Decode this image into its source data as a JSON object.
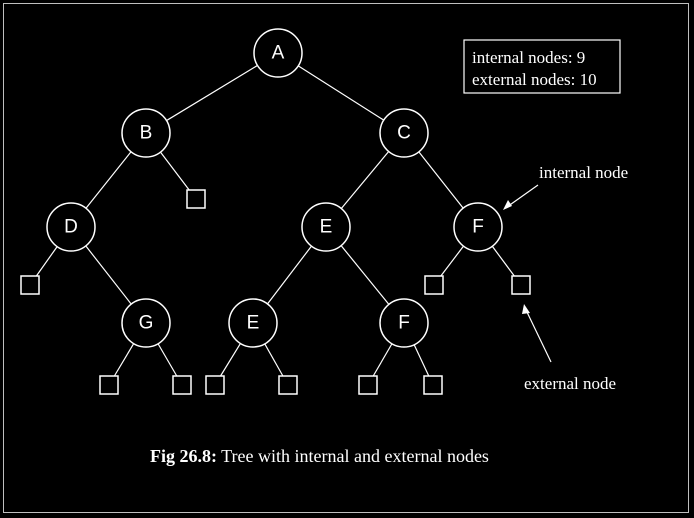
{
  "legend": {
    "internal_label": "internal nodes: 9",
    "external_label": "external nodes: 10"
  },
  "annotations": {
    "internal_node": "internal node",
    "external_node": "external node"
  },
  "caption": {
    "prefix": "Fig 26.8:",
    "text": " Tree with internal and external nodes"
  },
  "tree": {
    "nodes": [
      {
        "id": "A",
        "label": "A"
      },
      {
        "id": "B",
        "label": "B"
      },
      {
        "id": "C",
        "label": "C"
      },
      {
        "id": "D",
        "label": "D"
      },
      {
        "id": "E1",
        "label": "E"
      },
      {
        "id": "F1",
        "label": "F"
      },
      {
        "id": "G",
        "label": "G"
      },
      {
        "id": "E2",
        "label": "E"
      },
      {
        "id": "F2",
        "label": "F"
      }
    ],
    "edges": [
      [
        "A",
        "B"
      ],
      [
        "A",
        "C"
      ],
      [
        "B",
        "D"
      ],
      [
        "B",
        "L1"
      ],
      [
        "C",
        "E1"
      ],
      [
        "C",
        "F1"
      ],
      [
        "D",
        "L2"
      ],
      [
        "D",
        "G"
      ],
      [
        "E1",
        "E2"
      ],
      [
        "E1",
        "F2"
      ],
      [
        "F1",
        "L3"
      ],
      [
        "F1",
        "L4"
      ],
      [
        "G",
        "L5"
      ],
      [
        "G",
        "L6"
      ],
      [
        "E2",
        "L7"
      ],
      [
        "E2",
        "L8"
      ],
      [
        "F2",
        "L9"
      ],
      [
        "F2",
        "L10"
      ]
    ],
    "external_count": 10
  }
}
